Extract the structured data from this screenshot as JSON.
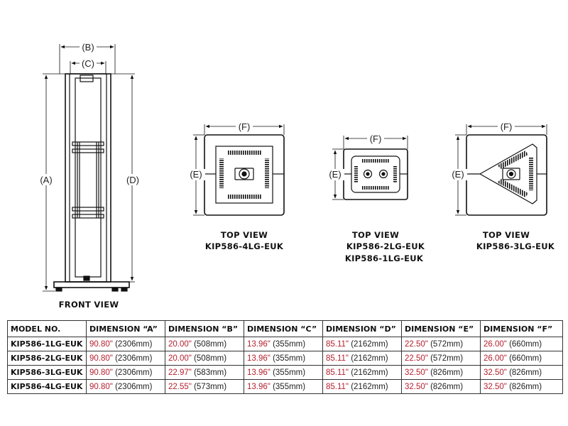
{
  "front_view": {
    "caption": "FRONT VIEW",
    "labels": {
      "a": "(A)",
      "b": "(B)",
      "c": "(C)",
      "d": "(D)"
    }
  },
  "top_views": [
    {
      "caption_lines": [
        "TOP VIEW",
        "KIP586-4LG-EUK"
      ],
      "label_e": "(E)",
      "label_f": "(F)"
    },
    {
      "caption_lines": [
        "TOP VIEW",
        "KIP586-2LG-EUK",
        "KIP586-1LG-EUK"
      ],
      "label_e": "(E)",
      "label_f": "(F)"
    },
    {
      "caption_lines": [
        "TOP VIEW",
        "KIP586-3LG-EUK"
      ],
      "label_e": "(E)",
      "label_f": "(F)"
    }
  ],
  "colors": {
    "inch_value": "#b5202e",
    "line": "#111111"
  },
  "table": {
    "headers": [
      "MODEL NO.",
      "DIMENSION “A”",
      "DIMENSION “B”",
      "DIMENSION “C”",
      "DIMENSION  “D”",
      "DIMENSION “E”",
      "DIMENSION “F”"
    ],
    "rows": [
      {
        "model": "KIP586-1LG-EUK",
        "cells": [
          {
            "inch": "90.80\"",
            "mm": " (2306mm)"
          },
          {
            "inch": "20.00\"",
            "mm": " (508mm)"
          },
          {
            "inch": "13.96\"",
            "mm": " (355mm)"
          },
          {
            "inch": "85.11\"",
            "mm": " (2162mm)"
          },
          {
            "inch": "22.50\"",
            "mm": " (572mm)"
          },
          {
            "inch": "26.00\"",
            "mm": " (660mm)"
          }
        ]
      },
      {
        "model": "KIP586-2LG-EUK",
        "cells": [
          {
            "inch": "90.80\"",
            "mm": " (2306mm)"
          },
          {
            "inch": "20.00\"",
            "mm": " (508mm)"
          },
          {
            "inch": "13.96\"",
            "mm": " (355mm)"
          },
          {
            "inch": "85.11\"",
            "mm": " (2162mm)"
          },
          {
            "inch": "22.50\"",
            "mm": " (572mm)"
          },
          {
            "inch": "26.00\"",
            "mm": " (660mm)"
          }
        ]
      },
      {
        "model": "KIP586-3LG-EUK",
        "cells": [
          {
            "inch": "90.80\"",
            "mm": " (2306mm)"
          },
          {
            "inch": "22.97\"",
            "mm": " (583mm)"
          },
          {
            "inch": "13.96\"",
            "mm": " (355mm)"
          },
          {
            "inch": "85.11\"",
            "mm": " (2162mm)"
          },
          {
            "inch": "32.50\"",
            "mm": " (826mm)"
          },
          {
            "inch": "32.50\"",
            "mm": " (826mm)"
          }
        ]
      },
      {
        "model": "KIP586-4LG-EUK",
        "cells": [
          {
            "inch": "90.80\"",
            "mm": " (2306mm)"
          },
          {
            "inch": "22.55\"",
            "mm": " (573mm)"
          },
          {
            "inch": "13.96\"",
            "mm": " (355mm)"
          },
          {
            "inch": "85.11\"",
            "mm": " (2162mm)"
          },
          {
            "inch": "32.50\"",
            "mm": " (826mm)"
          },
          {
            "inch": "32.50\"",
            "mm": " (826mm)"
          }
        ]
      }
    ]
  }
}
